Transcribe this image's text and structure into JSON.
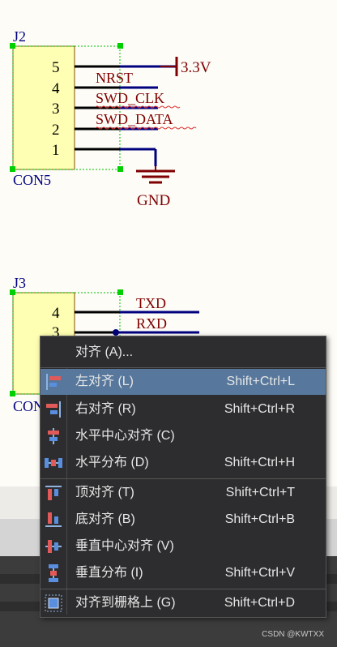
{
  "schematic": {
    "j2": {
      "designator": "J2",
      "comment": "CON5",
      "pins": [
        "5",
        "4",
        "3",
        "2",
        "1"
      ],
      "nets": [
        "3.3V",
        "NRST",
        "SWD_CLK",
        "SWD_DATA"
      ],
      "ground_label": "GND"
    },
    "j3": {
      "designator": "J3",
      "comment": "CON",
      "pins": [
        "4",
        "3"
      ],
      "nets": [
        "TXD",
        "RXD"
      ]
    },
    "colors": {
      "component_fill": "#ffffb3",
      "wire": "#00007f",
      "net_label": "#7f0000",
      "designator": "#000080"
    }
  },
  "context_menu": {
    "items": [
      {
        "label": "对齐 (A)...",
        "shortcut": "",
        "icon": ""
      },
      {
        "label": "左对齐 (L)",
        "shortcut": "Shift+Ctrl+L",
        "icon": "align-left-icon",
        "highlighted": true
      },
      {
        "label": "右对齐 (R)",
        "shortcut": "Shift+Ctrl+R",
        "icon": "align-right-icon"
      },
      {
        "label": "水平中心对齐 (C)",
        "shortcut": "",
        "icon": "align-horizontal-center-icon"
      },
      {
        "label": "水平分布 (D)",
        "shortcut": "Shift+Ctrl+H",
        "icon": "distribute-horizontal-icon"
      },
      {
        "label": "顶对齐 (T)",
        "shortcut": "Shift+Ctrl+T",
        "icon": "align-top-icon"
      },
      {
        "label": "底对齐 (B)",
        "shortcut": "Shift+Ctrl+B",
        "icon": "align-bottom-icon"
      },
      {
        "label": "垂直中心对齐 (V)",
        "shortcut": "",
        "icon": "align-vertical-center-icon"
      },
      {
        "label": "垂直分布 (I)",
        "shortcut": "Shift+Ctrl+V",
        "icon": "distribute-vertical-icon"
      },
      {
        "label": "对齐到栅格上 (G)",
        "shortcut": "Shift+Ctrl+D",
        "icon": "align-to-grid-icon"
      }
    ],
    "colors": {
      "background": "#2d2d2f",
      "highlight": "#57789c",
      "text": "#e6e6e6"
    }
  },
  "watermark": "CSDN @KWTXX"
}
